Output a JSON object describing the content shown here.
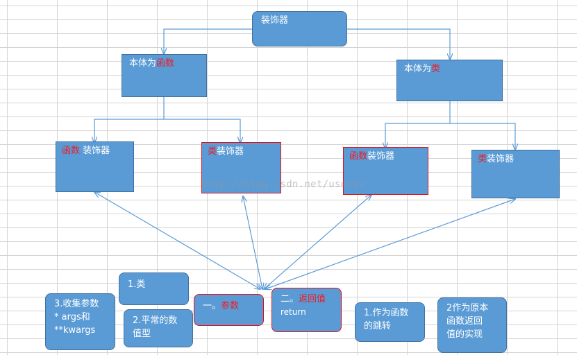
{
  "root": {
    "label": "装饰器"
  },
  "branches": {
    "left": {
      "prefix": "本体为",
      "highlight": "函数"
    },
    "right": {
      "prefix": "本体为",
      "highlight": "类"
    }
  },
  "decorators": {
    "left_func": {
      "highlight": "函数",
      "suffix": " 装饰器"
    },
    "left_class": {
      "highlight": "类",
      "suffix": "装饰器"
    },
    "right_func": {
      "highlight": "函数",
      "suffix": "装饰器"
    },
    "right_class": {
      "highlight": "类",
      "suffix": "装饰器"
    }
  },
  "concepts": {
    "params": {
      "prefix": "一。",
      "highlight": "参数"
    },
    "return_value": {
      "prefix": "二。",
      "highlight": "返回值",
      "sub": "return"
    },
    "class_item": {
      "label": "1.类"
    },
    "normal_type": {
      "line1": "2.平常的数",
      "line2": "值型"
    },
    "collect_params": {
      "line1": "3.收集参数",
      "line2": "* args和",
      "line3": "**kwargs"
    },
    "func_jump": {
      "line1": "1.作为函数",
      "line2": "的跳转"
    },
    "original_return": {
      "line1": "2作为原本",
      "line2": "函数返回",
      "line3": "值的实现"
    }
  },
  "watermark": "http://blog.csdn.net/userez",
  "colors": {
    "box_fill": "#5b9bd5",
    "box_border": "#41719c",
    "highlight_text": "#ee1c25",
    "highlight_border": "#e0101c",
    "connector": "#5b9bd5"
  }
}
